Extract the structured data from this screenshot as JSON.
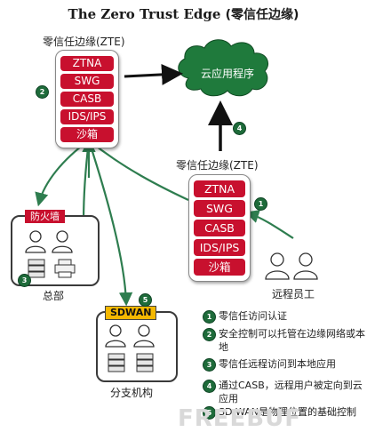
{
  "title": "The Zero Trust Edge",
  "title_cn": "(零信任边缘)",
  "cloud_label": "云应用程序",
  "zte_top": {
    "label": "零信任边缘(ZTE)",
    "items": [
      "ZTNA",
      "SWG",
      "CASB",
      "IDS/IPS",
      "沙箱"
    ]
  },
  "zte_mid": {
    "label": "零信任边缘(ZTE)",
    "items": [
      "ZTNA",
      "SWG",
      "CASB",
      "IDS/IPS",
      "沙箱"
    ]
  },
  "hq": {
    "tag": "防火墙",
    "label": "总部"
  },
  "branch": {
    "tag": "SDWAN",
    "label": "分支机构"
  },
  "remote_label": "远程员工",
  "badges": [
    "1",
    "2",
    "3",
    "4",
    "5"
  ],
  "legend": [
    {
      "num": "1",
      "text": "零信任访问认证"
    },
    {
      "num": "2",
      "text": "安全控制可以托管在边缘网络或本地"
    },
    {
      "num": "3",
      "text": "零信任远程访问到本地应用"
    },
    {
      "num": "4",
      "text": "通过CASB，远程用户被定向到云应用"
    },
    {
      "num": "5",
      "text": "SD-WAN是物理位置的基础控制"
    }
  ],
  "watermark": "FREEBUF",
  "colors": {
    "accent_red": "#c8102e",
    "badge_green": "#1e6b3a",
    "arrow_green": "#2e7d4f",
    "cloud_green": "#1f7a3c",
    "sdwan_yellow": "#f5b800"
  }
}
